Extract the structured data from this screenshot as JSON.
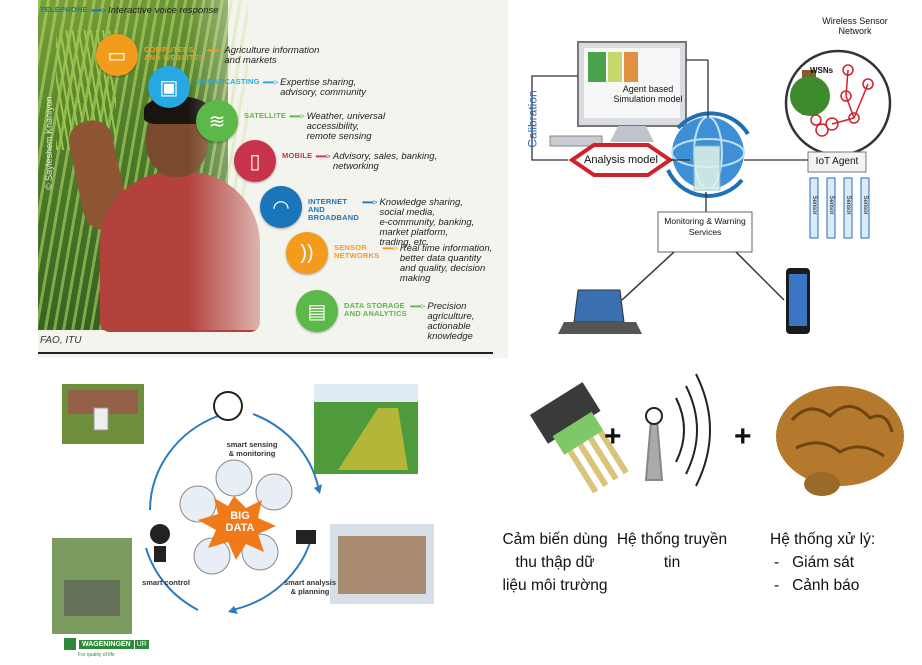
{
  "panel_ict": {
    "rows": [
      {
        "label": "TELEPHONE",
        "desc": "Interactive voice response",
        "color": "#1b75bb",
        "icon": "phone-icon",
        "label_color": "#1b75bb"
      },
      {
        "label": "COMPUTERS\nAND WEBSITES",
        "desc": "Agriculture information\nand markets",
        "color": "#f29b1d",
        "icon": "computer-icon",
        "label_color": "#f29b1d"
      },
      {
        "label": "BROADCASTING",
        "desc": "Expertise sharing,\nadvisory, community",
        "color": "#28a8e0",
        "icon": "tv-icon",
        "label_color": "#28a8e0"
      },
      {
        "label": "SATELLITE",
        "desc": "Weather, universal\naccessibility,\nremote sensing",
        "color": "#5cb848",
        "icon": "satellite-icon",
        "label_color": "#5cb848"
      },
      {
        "label": "MOBILE",
        "desc": "Advisory, sales, banking,\nnetworking",
        "color": "#c8334a",
        "icon": "mobile-icon",
        "label_color": "#c8334a"
      },
      {
        "label": "INTERNET\nAND\nBROADBAND",
        "desc": "Knowledge sharing,\nsocial media,\ne-community, banking,\nmarket platform,\ntrading, etc.",
        "color": "#1b75bb",
        "icon": "wifi-icon",
        "label_color": "#1b75bb"
      },
      {
        "label": "SENSOR\nNETWORKS",
        "desc": "Real time information,\nbetter data quantity\nand quality, decision\nmaking",
        "color": "#f29b1d",
        "icon": "sensor-icon",
        "label_color": "#f29b1d"
      },
      {
        "label": "DATA STORAGE\nAND ANALYTICS",
        "desc": "Precision\nagriculture,\nactionable\nknowledge",
        "color": "#5cb848",
        "icon": "document-icon",
        "label_color": "#5cb848"
      }
    ],
    "credit": "FAO, ITU",
    "photo_credit": "© Sayleshem Khaniyon",
    "arrow": "••••••>"
  },
  "panel_iot": {
    "wsn_title": "Wireless Sensor\nNetwork",
    "wsns_label": "WSNs",
    "agent_sim": "Agent based\nSimulation model",
    "calibration": "Calibration",
    "analysis": "Analysis model",
    "iot_agent": "IoT Agent",
    "monitoring": "Monitoring & Warning\nServices",
    "sensor_word": "Sensor",
    "colors": {
      "hexagon": "#d0222b",
      "globe": "#1f6fb5",
      "calibration": "#2e6bb3"
    }
  },
  "panel_bigdata": {
    "center": "BIG\nDATA",
    "sensing": "smart sensing\n& monitoring",
    "control": "smart control",
    "analysis": "smart analysis\n& planning",
    "logo": "WAGENINGEN",
    "logo_ur": "UR",
    "logo_tag": "For quality of life",
    "colors": {
      "starburst": "#f07a1a",
      "cycle": "#2b7bbf"
    }
  },
  "panel_vn": {
    "sensor_text": "Cảm biến dùng\nthu thập dữ\nliệu môi trường",
    "transmit_text": "Hệ thống truyền\ntin",
    "process_title": "Hệ thống xử lý:",
    "process_items": [
      "Giám sát",
      "Cảnh báo"
    ],
    "plus": "+"
  }
}
